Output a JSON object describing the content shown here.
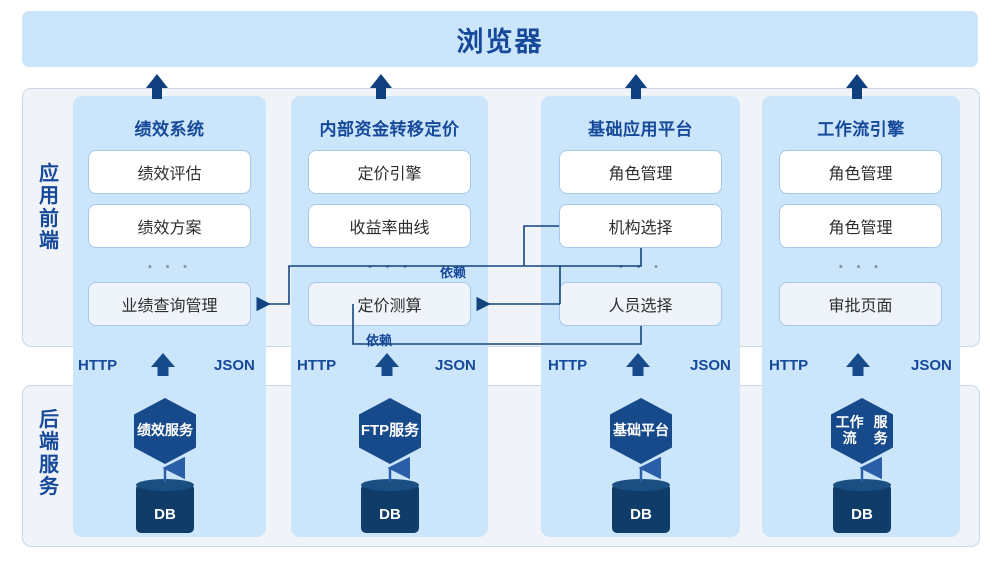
{
  "browser": {
    "label": "浏览器"
  },
  "layers": {
    "frontend": {
      "label": "应用前端"
    },
    "backend": {
      "label": "后端服务"
    }
  },
  "protocol": {
    "request": "HTTP",
    "response": "JSON",
    "arrow_icon": "arrow-up-icon"
  },
  "ellipsis": "· · ·",
  "dependency_label": "依赖",
  "columns": [
    {
      "id": "performance",
      "title": "绩效系统",
      "modules": [
        "绩效评估",
        "绩效方案"
      ],
      "bottom_module": "业绩查询管理",
      "service": "绩效\n服务",
      "service_line1": "绩效",
      "service_line2": "服务",
      "db": "DB"
    },
    {
      "id": "ftp",
      "title": "内部资金转移定价",
      "modules": [
        "定价引擎",
        "收益率曲线"
      ],
      "bottom_module": "定价测算",
      "service_line1": "FTP",
      "service_line2": "服务",
      "db": "DB"
    },
    {
      "id": "platform",
      "title": "基础应用平台",
      "modules": [
        "角色管理",
        "机构选择"
      ],
      "bottom_module": "人员选择",
      "service_line1": "基础",
      "service_line2": "平台",
      "db": "DB"
    },
    {
      "id": "workflow",
      "title": "工作流引擎",
      "modules": [
        "角色管理",
        "角色管理"
      ],
      "bottom_module": "审批页面",
      "service_line1": "工作流",
      "service_line2": "服务",
      "db": "DB"
    }
  ],
  "colors": {
    "brand_dark_blue": "#17499a",
    "band_light_blue": "#cbe5fb",
    "frame_bg": "#f0f4f9",
    "hex_fill": "#174a8b",
    "db_fill": "#103c69",
    "card_border": "#a8c8ea"
  }
}
